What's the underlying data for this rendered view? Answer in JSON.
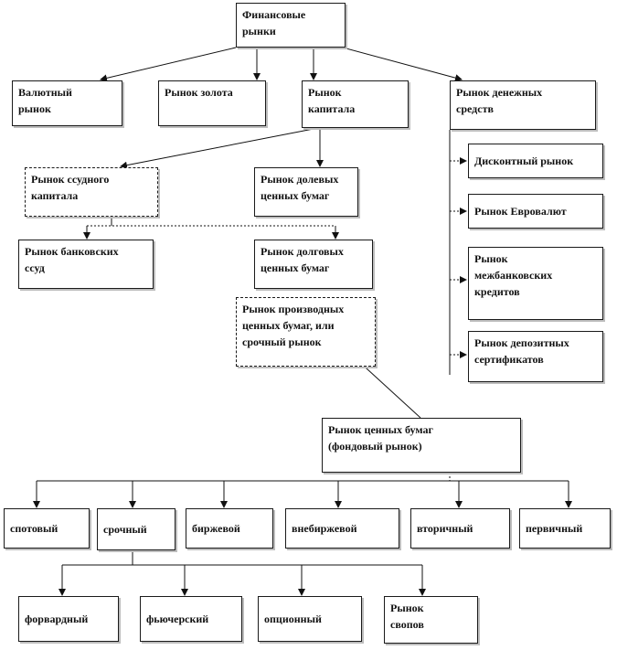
{
  "diagram": {
    "root": "Финансовые\nрынки",
    "level1": {
      "currency": "Валютный\nрынок",
      "gold": "Рынок золота",
      "capital": "Рынок\nкапитала",
      "money": "Рынок денежных\nсредств"
    },
    "capital_children": {
      "loan_capital": "Рынок ссудного\nкапитала",
      "equity": "Рынок долевых\nценных бумаг",
      "bank_loans": "Рынок банковских\nссуд",
      "debt": "Рынок долговых\nценных бумаг",
      "derivatives": "Рынок производных\nценных бумаг, или\nсрочный рынок"
    },
    "money_children": {
      "discount": "Дисконтный рынок",
      "eurocurrency": "Рынок Евровалют",
      "interbank": "Рынок\nмежбанковских\nкредитов",
      "deposit": "Рынок депозитных\nсертификатов"
    },
    "securities": "Рынок ценных бумаг\n(фондовый рынок)",
    "securities_types": {
      "spot": "спотовый",
      "term": "срочный",
      "exchange": "биржевой",
      "otc": "внебиржевой",
      "secondary": "вторичный",
      "primary": "первичный"
    },
    "term_types": {
      "forward": "форвардный",
      "futures": "фьючерский",
      "option": "опционный",
      "swap": "Рынок\nсвопов"
    }
  }
}
